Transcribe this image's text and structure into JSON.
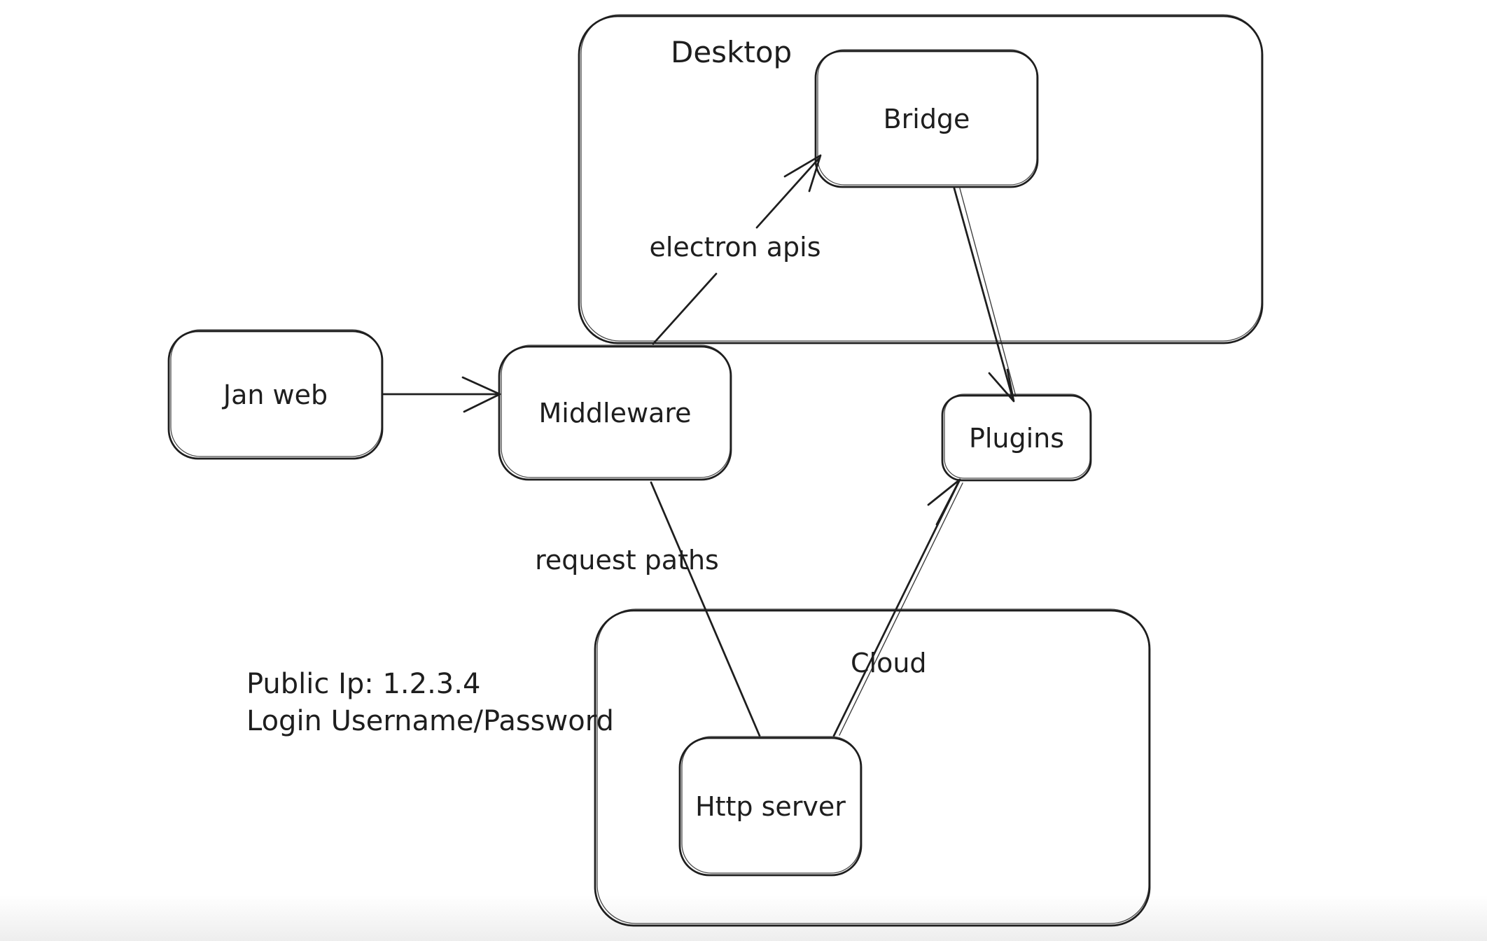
{
  "canvas": {
    "background": "#ffffff",
    "stroke_color": "#1e1e1e",
    "style": "hand-drawn whiteboard (excalidraw-like)"
  },
  "nodes": {
    "desktop": {
      "label": "Desktop",
      "kind": "container"
    },
    "bridge": {
      "label": "Bridge",
      "kind": "box",
      "inside": "desktop"
    },
    "jan_web": {
      "label": "Jan web",
      "kind": "box"
    },
    "middleware": {
      "label": "Middleware",
      "kind": "box"
    },
    "plugins": {
      "label": "Plugins",
      "kind": "box"
    },
    "cloud": {
      "label": "Cloud",
      "kind": "container"
    },
    "http_server": {
      "label": "Http server",
      "kind": "box",
      "inside": "cloud"
    }
  },
  "edges": [
    {
      "from": "jan_web",
      "to": "middleware",
      "label": "",
      "arrowhead": "end"
    },
    {
      "from": "middleware",
      "to": "bridge",
      "label": "electron apis",
      "arrowhead": "end"
    },
    {
      "from": "bridge",
      "to": "plugins",
      "label": "",
      "arrowhead": "end"
    },
    {
      "from": "middleware",
      "to": "http_server",
      "label": "request paths",
      "arrowhead": "none"
    },
    {
      "from": "http_server",
      "to": "plugins",
      "label": "",
      "arrowhead": "end"
    }
  ],
  "annotation": {
    "line1": "Public Ip: 1.2.3.4",
    "line2": "Login Username/Password"
  }
}
